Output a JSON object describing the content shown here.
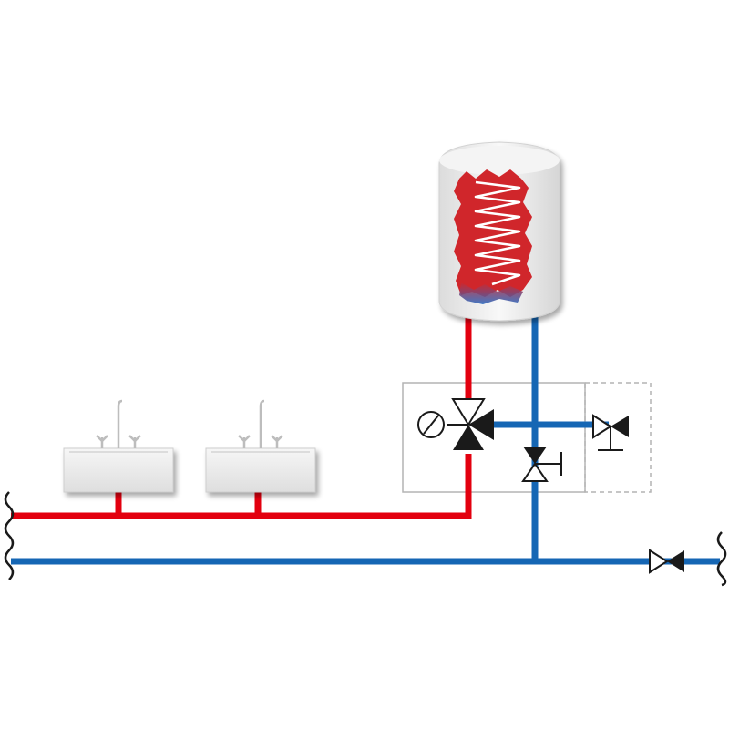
{
  "diagram": {
    "type": "hot-water-circulation-schematic",
    "components": [
      {
        "id": "storage-tank",
        "kind": "hot-water-storage-tank-with-heating-coil"
      },
      {
        "id": "sink-1",
        "kind": "wash-basin-with-faucet"
      },
      {
        "id": "sink-2",
        "kind": "wash-basin-with-faucet"
      },
      {
        "id": "mixing-valve",
        "kind": "three-way-motorized-mixing-valve"
      },
      {
        "id": "actuator",
        "kind": "valve-actuator-symbol"
      },
      {
        "id": "shutoff-valve-vertical",
        "kind": "gate-valve"
      },
      {
        "id": "optional-valve",
        "kind": "gate-valve-dashed-optional"
      },
      {
        "id": "main-valve",
        "kind": "gate-valve"
      }
    ],
    "pipes": [
      {
        "id": "hot-supply",
        "medium": "hot"
      },
      {
        "id": "cold-return",
        "medium": "cold"
      }
    ]
  },
  "colors": {
    "hot": "#e3000f",
    "cold": "#1566b4",
    "tank_body": "#ececec",
    "tank_inner": "#d0262b",
    "frame": "#b4b4b4",
    "symbol": "#1a1a1a"
  },
  "icons": {
    "pipe_break": "wavy-break-icon",
    "valve": "bowtie-valve-icon",
    "actuator": "circle-slash-icon"
  }
}
